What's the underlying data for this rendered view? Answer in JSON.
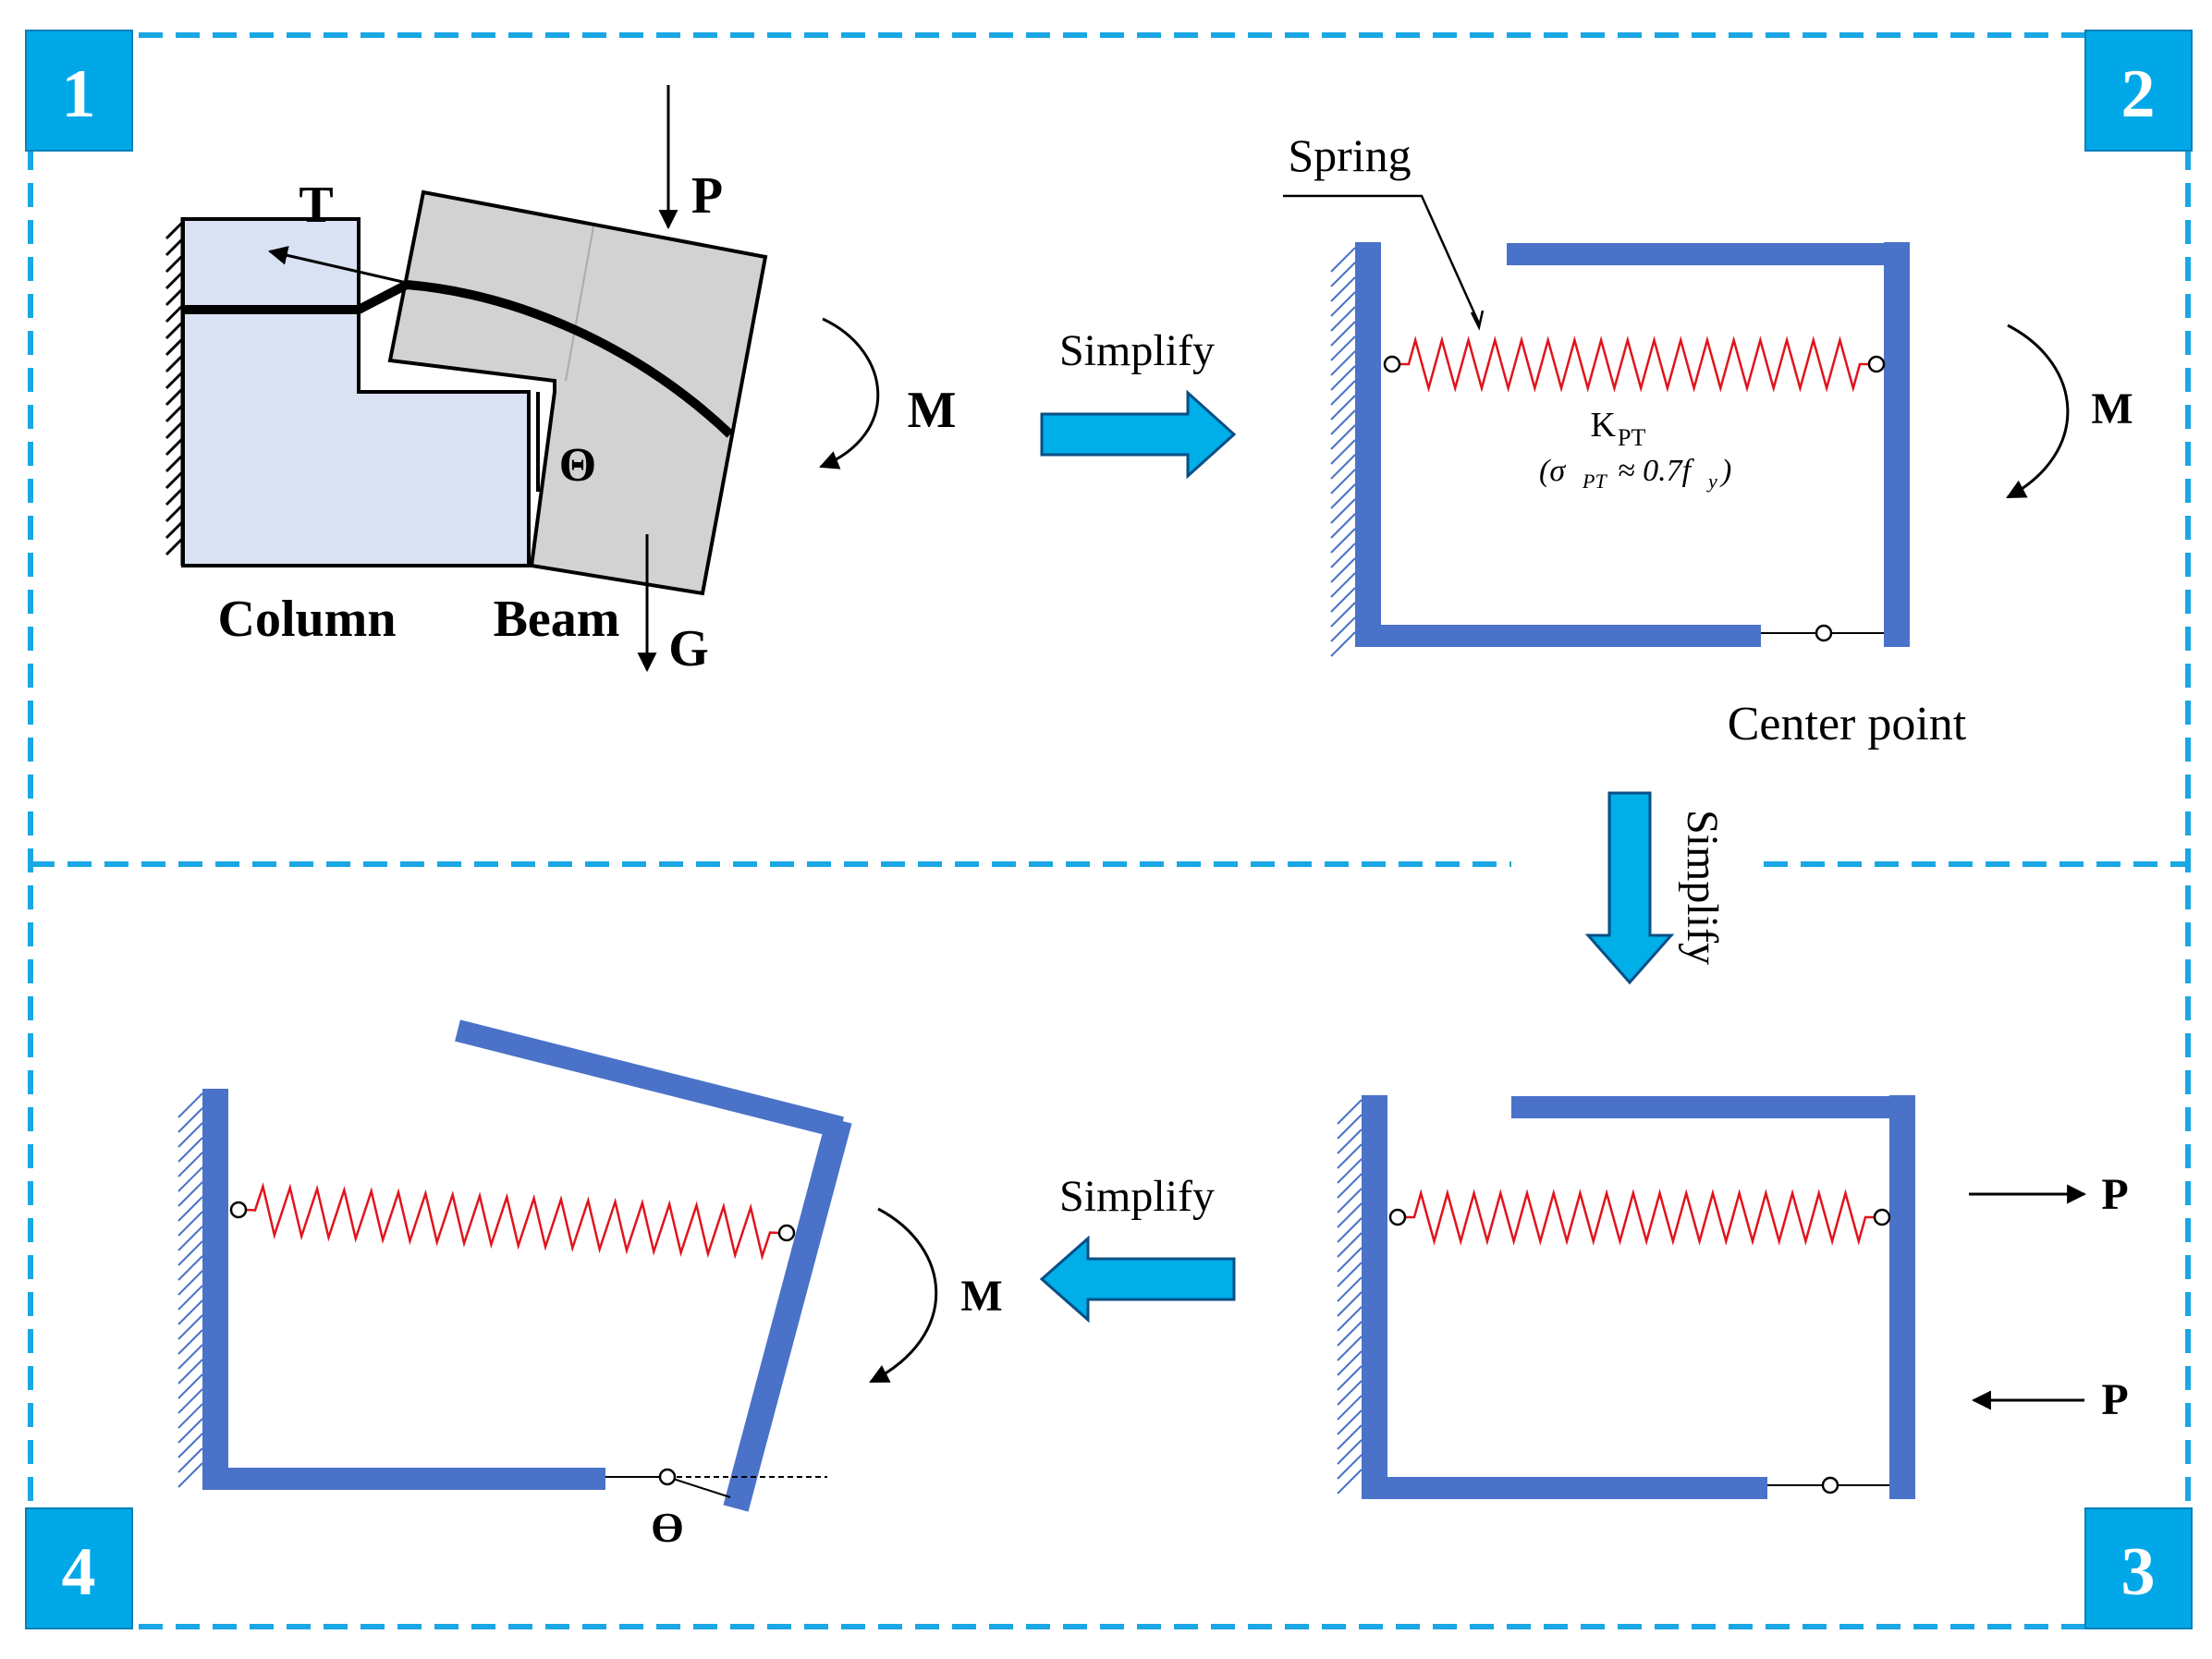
{
  "panels": [
    {
      "number": "1"
    },
    {
      "number": "2"
    },
    {
      "number": "3"
    },
    {
      "number": "4"
    }
  ],
  "panel1": {
    "label_T": "T",
    "label_P": "P",
    "label_M": "M",
    "label_theta": "Θ",
    "label_column": "Column",
    "label_beam": "Beam",
    "label_G": "G"
  },
  "panel2": {
    "label_spring": "Spring",
    "label_kpt": "K",
    "label_kpt_sub": "PT",
    "label_stress": "(σ",
    "label_stress_sub": "PT",
    "label_stress_rest": " ≈ 0.7f",
    "label_stress_sub2": "y",
    "label_stress_close": ")",
    "label_M": "M",
    "label_center": "Center point"
  },
  "panel3": {
    "label_P_top": "P",
    "label_P_bottom": "P"
  },
  "panel4": {
    "label_M": "M",
    "label_theta": "ϴ"
  },
  "arrows": {
    "simplify_1_2": "Simplify",
    "simplify_2_3": "Simplify",
    "simplify_3_4": "Simplify"
  },
  "colors": {
    "badge": "#00a8e8",
    "dash": "#1aa7e4",
    "member": "#4a72c8",
    "spring": "#e0141c",
    "arrow_fill": "#00aee8",
    "column_fill": "#d8e2f3",
    "beam_fill": "#d2d2d2"
  }
}
